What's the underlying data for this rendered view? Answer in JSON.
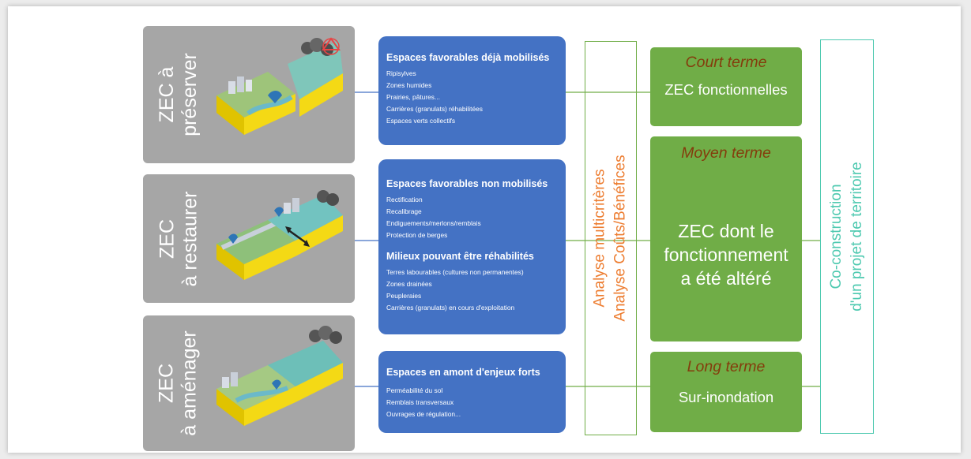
{
  "zec": [
    {
      "line1": "ZEC à",
      "line2": "préserver"
    },
    {
      "line1": "ZEC",
      "line2": "à restaurer"
    },
    {
      "line1": "ZEC",
      "line2": "à aménager"
    }
  ],
  "blue": {
    "b1": {
      "heading": "Espaces favorables déjà mobilisés",
      "items": [
        "Ripisylves",
        "Zones humides",
        "Prairies, pâtures...",
        "Carrières (granulats) réhabilitées",
        "Espaces verts collectifs"
      ]
    },
    "b2": {
      "heading1": "Espaces favorables non mobilisés",
      "items1": [
        "Rectification",
        "Recalibrage",
        "Endiguements/merlons/remblais",
        "Protection de berges"
      ],
      "heading2": "Milieux  pouvant être réhabilités",
      "items2": [
        "Terres labourables (cultures non permanentes)",
        "Zones drainées",
        "Peupleraies",
        "Carrières (granulats) en cours d'exploitation"
      ]
    },
    "b3": {
      "heading": "Espaces en amont d'enjeux forts",
      "items": [
        "Perméabilité du sol",
        "Remblais transversaux",
        "Ouvrages de régulation..."
      ]
    }
  },
  "analysis": {
    "line1": "Analyse multicritères",
    "line2": "Analyse Coûts/Bénéfices"
  },
  "green": {
    "g1": {
      "term": "Court terme",
      "text": "ZEC fonctionnelles"
    },
    "g2": {
      "term": "Moyen terme",
      "line1": "ZEC dont le",
      "line2": "fonctionnement",
      "line3": "a été altéré"
    },
    "g3": {
      "term": "Long terme",
      "text": "Sur-inondation"
    }
  },
  "coconstruction": {
    "line1": "Co-construction",
    "line2": "d'un projet de territoire"
  },
  "colors": {
    "zec_box": "#a6a6a6",
    "blue_box": "#4472c4",
    "green_box": "#70ad47",
    "term_text": "#843c0c",
    "analysis_text": "#ed7d31",
    "analysis_border": "#70ad47",
    "coconstruction_text": "#4ec9b0",
    "connector_blue": "#4472c4",
    "connector_green": "#70ad47"
  }
}
